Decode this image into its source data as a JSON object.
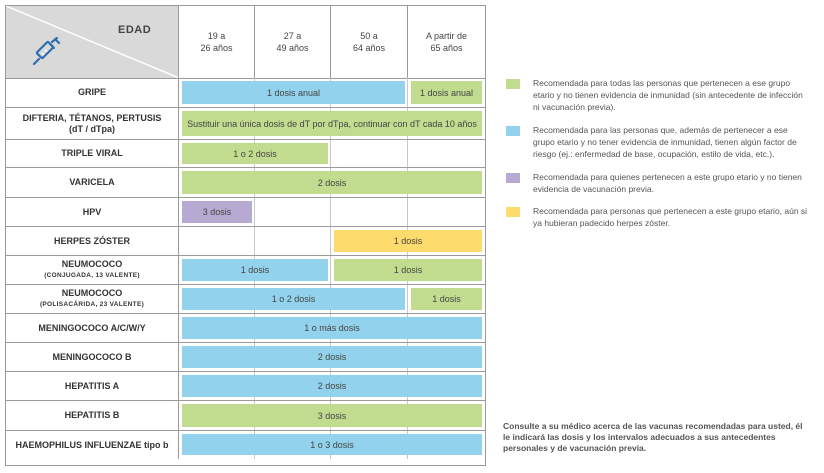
{
  "colors": {
    "green": "#c2dc8f",
    "blue": "#93d2ec",
    "purple": "#b6aad3",
    "yellow": "#fddb6d",
    "header_gray": "#d9d9d9",
    "syringe_blue": "#2f6fb0"
  },
  "header": {
    "edad_label": "EDAD",
    "icon": "syringe-icon",
    "age_groups": [
      "19 a\n26 años",
      "27 a\n49 años",
      "50 a\n64 años",
      "A partir de\n65 años"
    ]
  },
  "vaccines": [
    {
      "name": "GRIPE",
      "sub": "",
      "bars": [
        {
          "from": 0,
          "to": 3,
          "color": "blue",
          "label": "1 dosis anual"
        },
        {
          "from": 3,
          "to": 4,
          "color": "green",
          "label": "1 dosis anual"
        }
      ]
    },
    {
      "name": "DIFTERIA, TÉTANOS, PERTUSIS",
      "name2": "(dT / dTpa)",
      "sub": "",
      "bars": [
        {
          "from": 0,
          "to": 4,
          "color": "green",
          "label": "Sustituir una única dosis de dT por dTpa, continuar con dT cada 10 años"
        }
      ]
    },
    {
      "name": "TRIPLE VIRAL",
      "sub": "",
      "bars": [
        {
          "from": 0,
          "to": 2,
          "color": "green",
          "label": "1 o 2 dosis"
        }
      ]
    },
    {
      "name": "VARICELA",
      "sub": "",
      "bars": [
        {
          "from": 0,
          "to": 4,
          "color": "green",
          "label": "2 dosis"
        }
      ]
    },
    {
      "name": "HPV",
      "sub": "",
      "bars": [
        {
          "from": 0,
          "to": 1,
          "color": "purple",
          "label": "3 dosis"
        }
      ]
    },
    {
      "name": "HERPES ZÓSTER",
      "sub": "",
      "bars": [
        {
          "from": 2,
          "to": 4,
          "color": "yellow",
          "label": "1 dosis"
        }
      ]
    },
    {
      "name": "NEUMOCOCO",
      "sub": "(CONJUGADA, 13 VALENTE)",
      "bars": [
        {
          "from": 0,
          "to": 2,
          "color": "blue",
          "label": "1 dosis"
        },
        {
          "from": 2,
          "to": 4,
          "color": "green",
          "label": "1 dosis"
        }
      ]
    },
    {
      "name": "NEUMOCOCO",
      "sub": "(POLISACÁRIDA, 23 VALENTE)",
      "bars": [
        {
          "from": 0,
          "to": 3,
          "color": "blue",
          "label": "1 o 2 dosis"
        },
        {
          "from": 3,
          "to": 4,
          "color": "green",
          "label": "1 dosis"
        }
      ]
    },
    {
      "name": "MENINGOCOCO A/C/W/Y",
      "sub": "",
      "bars": [
        {
          "from": 0,
          "to": 4,
          "color": "blue",
          "label": "1 o más dosis"
        }
      ]
    },
    {
      "name": "MENINGOCOCO B",
      "sub": "",
      "bars": [
        {
          "from": 0,
          "to": 4,
          "color": "blue",
          "label": "2 dosis"
        }
      ]
    },
    {
      "name": "HEPATITIS A",
      "sub": "",
      "bars": [
        {
          "from": 0,
          "to": 4,
          "color": "blue",
          "label": "2 dosis"
        }
      ]
    },
    {
      "name": "HEPATITIS B",
      "sub": "",
      "bars": [
        {
          "from": 0,
          "to": 4,
          "color": "green",
          "label": "3 dosis"
        }
      ]
    },
    {
      "name": "HAEMOPHILUS INFLUENZAE tipo b",
      "sub": "",
      "bars": [
        {
          "from": 0,
          "to": 4,
          "color": "blue",
          "label": "1 o 3 dosis"
        }
      ]
    }
  ],
  "legend": [
    {
      "color": "green",
      "text": "Recomendada para todas las personas que pertenecen a ese grupo etario y no tienen evidencia de inmunidad (sin antecedente de infección ni vacunación previa)."
    },
    {
      "color": "blue",
      "text": "Recomendada para las personas que, además de pertenecer a ese grupo etario y no tener evidencia de inmunidad, tienen algún factor de riesgo (ej.: enfermedad de base, ocupación, estilo de vida, etc.)."
    },
    {
      "color": "purple",
      "text": "Recomendada para quienes pertenecen a este grupo etario y no tienen evidencia de vacunación previa."
    },
    {
      "color": "yellow",
      "text": "Recomendada para personas que pertenecen a este grupo etario, aún si ya hubieran padecido herpes zóster."
    }
  ],
  "note": "Consulte a su médico acerca de las vacunas recomendadas para usted, él le indicará las dosis y los intervalos adecuados a sus antecedentes personales y de vacunación previa."
}
